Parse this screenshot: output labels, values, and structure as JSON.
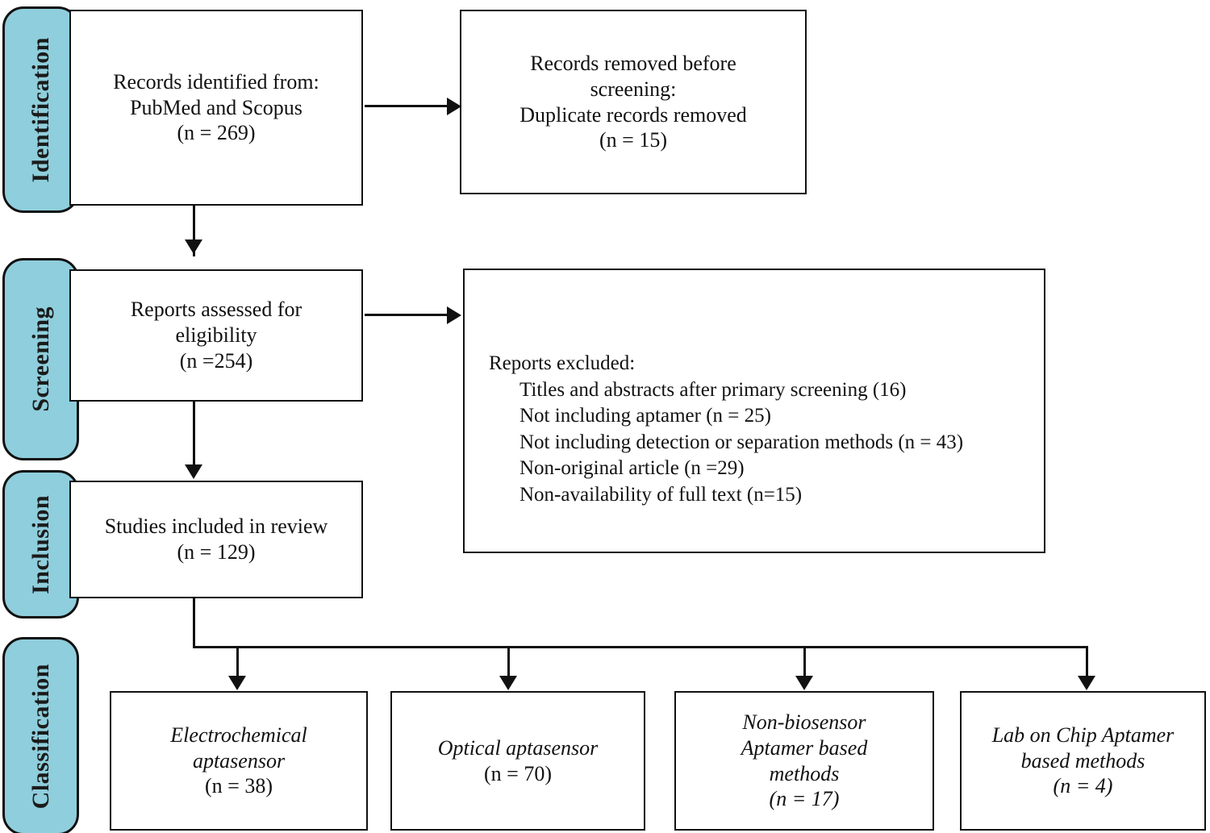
{
  "diagram": {
    "type": "PRISMA flow diagram",
    "accent_color": "#8FCEDC",
    "line_color": "#111111",
    "stages": [
      {
        "key": "identification",
        "label": "Identification"
      },
      {
        "key": "screening",
        "label": "Screening"
      },
      {
        "key": "inclusion",
        "label": "Inclusion"
      },
      {
        "key": "classification",
        "label": "Classification"
      }
    ],
    "boxes": {
      "records_identified": {
        "lines": [
          "Records identified from:",
          "PubMed and Scopus",
          "(n = 269)"
        ]
      },
      "records_removed": {
        "lines": [
          "Records removed before",
          "screening:",
          "Duplicate records removed",
          "(n = 15)"
        ]
      },
      "reports_assessed": {
        "lines": [
          "Reports assessed for",
          "eligibility",
          "(n =254)"
        ]
      },
      "reports_excluded": {
        "heading": "Reports excluded:",
        "items": [
          "Titles and abstracts after primary screening (16)",
          "Not including aptamer (n = 25)",
          "Not including detection or separation methods (n = 43)",
          "Non-original article (n =29)",
          "Non-availability of full text (n=15)"
        ]
      },
      "studies_included": {
        "lines": [
          "Studies included in review",
          "(n = 129)"
        ]
      }
    },
    "classification_boxes": [
      {
        "key": "electrochemical",
        "title_lines": [
          "Electrochemical",
          "aptasensor"
        ],
        "count": "(n = 38)",
        "count_italic": false
      },
      {
        "key": "optical",
        "title_lines": [
          "Optical aptasensor"
        ],
        "count": "(n = 70)",
        "count_italic": false
      },
      {
        "key": "non-biosensor",
        "title_lines": [
          "Non-biosensor",
          "Aptamer based",
          "methods"
        ],
        "count": "(n = 17)",
        "count_italic": true
      },
      {
        "key": "lab-on-chip",
        "title_lines": [
          "Lab on Chip Aptamer",
          "based methods"
        ],
        "count": "(n = 4)",
        "count_italic": true
      }
    ]
  }
}
